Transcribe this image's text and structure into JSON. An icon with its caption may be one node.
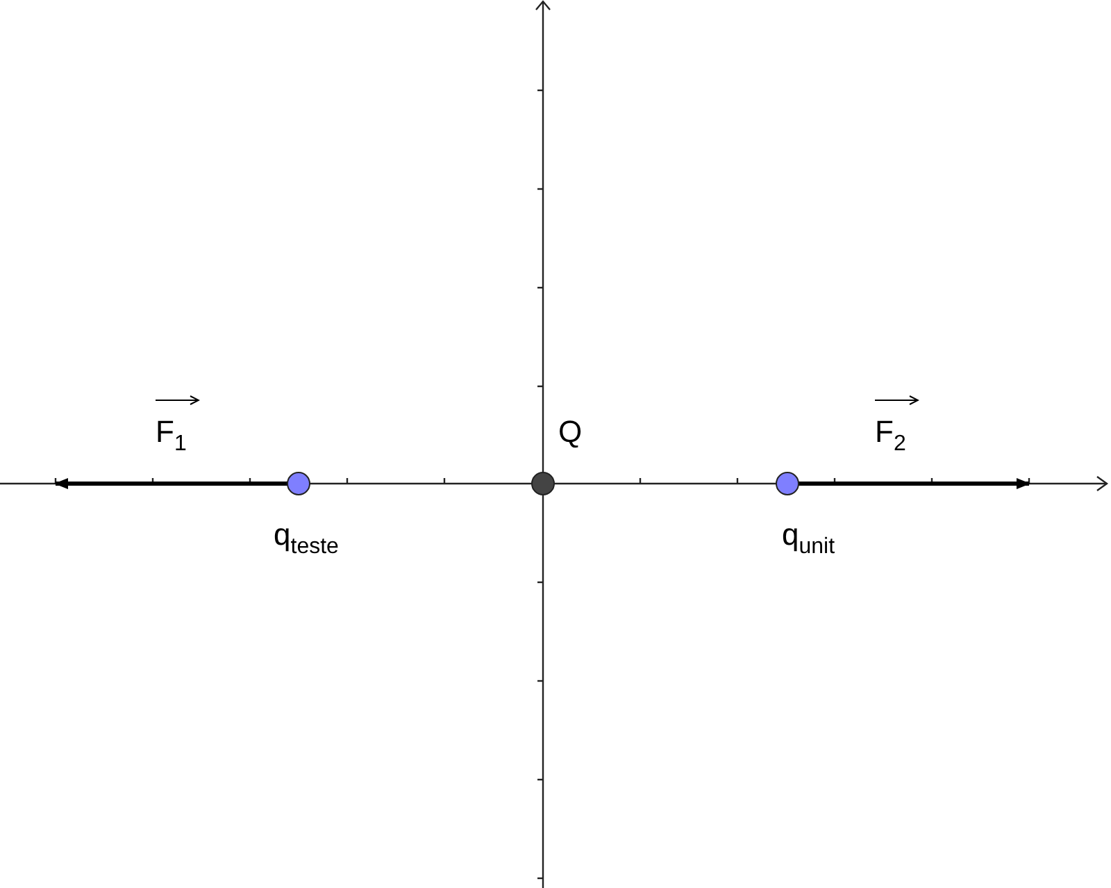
{
  "diagram": {
    "nodes": [
      {
        "text": [],
        "shape": "circle",
        "beside": [
          "q$_{teste}$"
        ]
      },
      {
        "text": [],
        "shape": "circle",
        "beside": [
          "Q"
        ]
      },
      {
        "text": [],
        "shape": "circle",
        "beside": [
          "q$_{unit}$"
        ]
      }
    ],
    "labels": [
      "F$_{1}$",
      "F$_{2}$"
    ]
  }
}
